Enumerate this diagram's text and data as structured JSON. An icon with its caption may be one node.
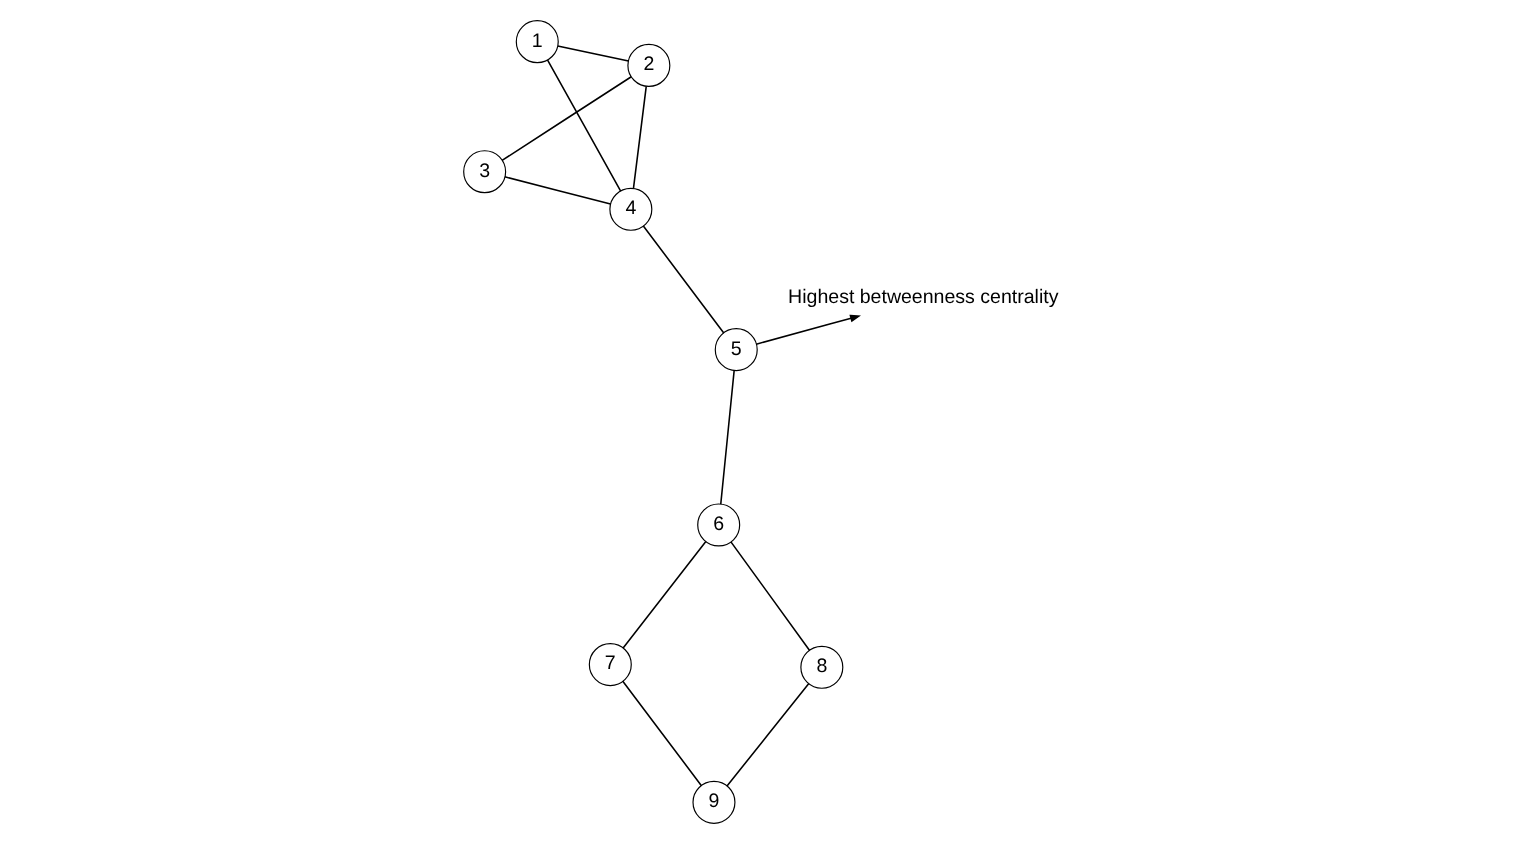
{
  "diagram": {
    "nodes": [
      {
        "text": [
          "1"
        ]
      },
      {
        "text": [
          "2"
        ]
      },
      {
        "text": [
          "3"
        ]
      },
      {
        "text": [
          "4"
        ]
      },
      {
        "text": [
          "5"
        ]
      },
      {
        "text": [
          "6"
        ]
      },
      {
        "text": [
          "7"
        ]
      },
      {
        "text": [
          "8"
        ]
      },
      {
        "text": [
          "9"
        ]
      },
      {
        "text": [
          "Highest betweenness centrality"
        ]
      }
    ],
    "edges": [
      {
        "from": 0,
        "to": 1,
        "arrow": "none"
      },
      {
        "from": 0,
        "to": 3,
        "arrow": "none"
      },
      {
        "from": 3,
        "to": 1,
        "arrow": "none"
      },
      {
        "from": 3,
        "to": 2,
        "arrow": "none"
      },
      {
        "from": 1,
        "to": 2,
        "arrow": "none"
      },
      {
        "from": 3,
        "to": 4,
        "arrow": "none"
      },
      {
        "from": 4,
        "to": 5,
        "arrow": "none"
      },
      {
        "from": 5,
        "to": 6,
        "arrow": "none"
      },
      {
        "from": 5,
        "to": 7,
        "arrow": "none"
      },
      {
        "from": 6,
        "to": 8,
        "arrow": "none"
      },
      {
        "from": 7,
        "to": 8,
        "arrow": "none"
      },
      {
        "from": 4,
        "to": 9,
        "arrow": "to"
      }
    ]
  }
}
